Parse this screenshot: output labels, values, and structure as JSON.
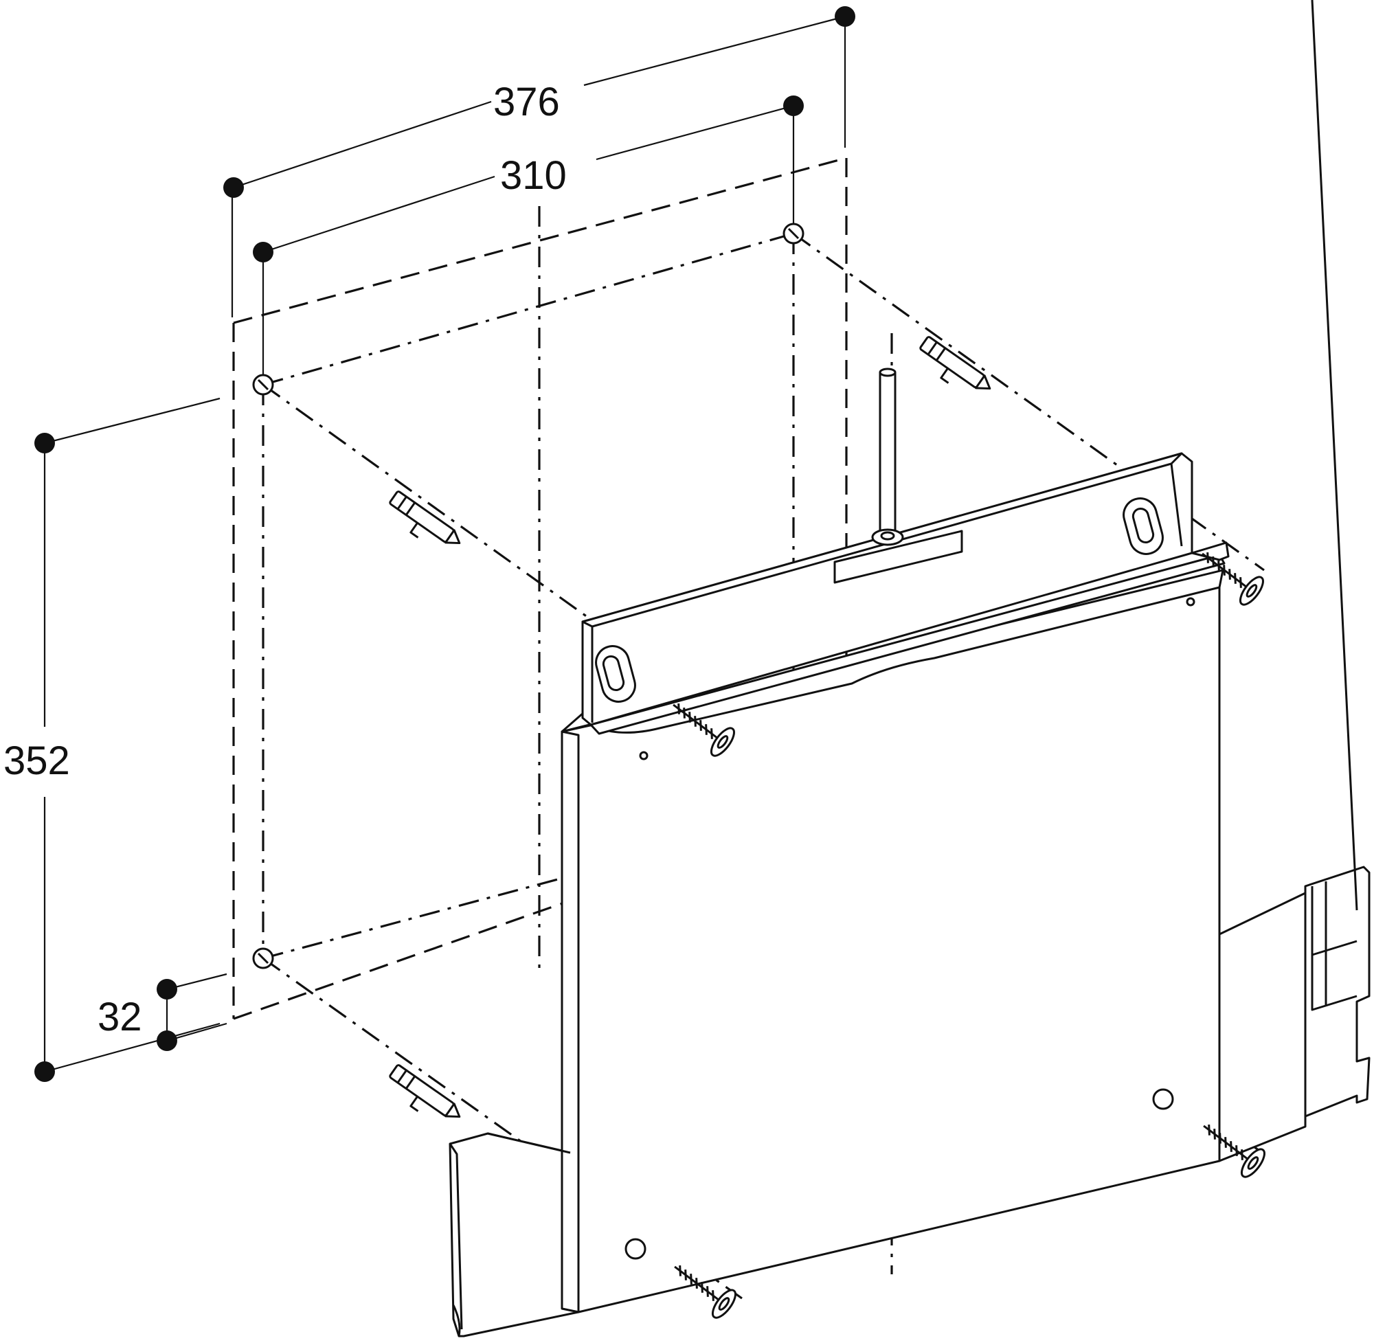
{
  "dimensions": {
    "width_outer": "376",
    "width_holes": "310",
    "height": "352",
    "offset": "32"
  },
  "colors": {
    "line": "#111111",
    "background": "#ffffff"
  }
}
